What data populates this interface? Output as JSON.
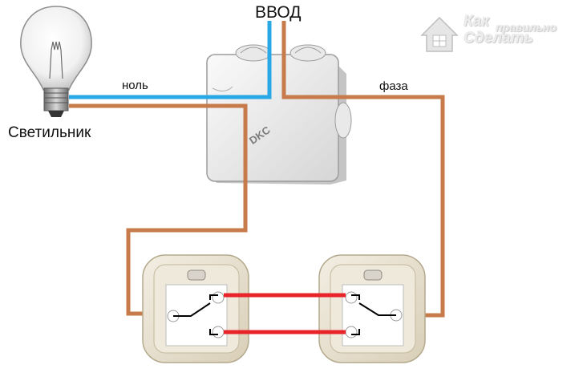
{
  "diagram": {
    "title": "ВВОД",
    "labels": {
      "neutral": "ноль",
      "phase": "фаза",
      "lamp": "Светильник"
    },
    "junction_box_brand": "DKC",
    "logo": {
      "line1": "Как",
      "line2": "правильно",
      "line3": "Сделать"
    },
    "colors": {
      "neutral_wire": "#2aa8e6",
      "phase_wire": "#c77a4a",
      "traveler_wire": "#e8232a",
      "switch_contact": "#000000",
      "switch_plate": "#e6dfce"
    }
  }
}
